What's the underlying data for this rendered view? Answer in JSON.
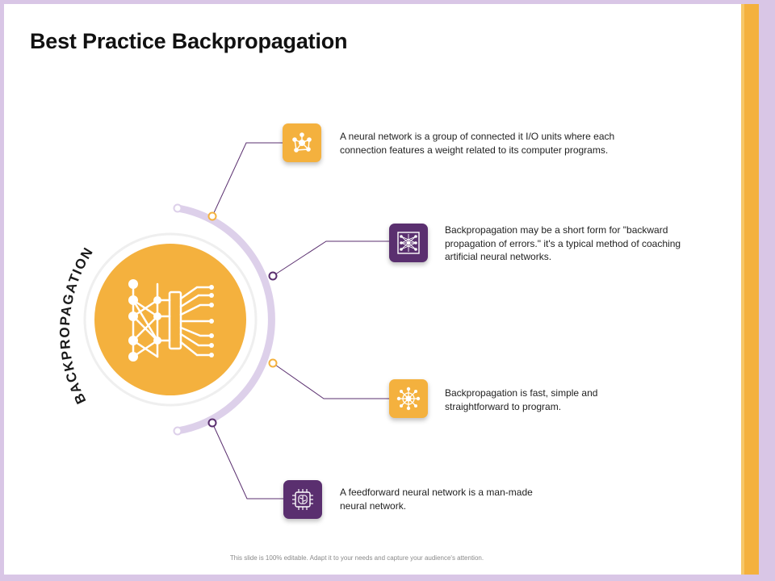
{
  "title": "Best Practice Backpropagation",
  "center_label": "BACKPROPAGATION",
  "items": [
    {
      "icon": "network-nodes-icon",
      "text": "A neural network is a group of connected it I/O units where each connection features a weight related to its computer programs."
    },
    {
      "icon": "neural-mesh-icon",
      "text": "Backpropagation may be a short form for \"backward propagation of errors.\" it's a typical method of coaching artificial neural networks."
    },
    {
      "icon": "network-star-icon",
      "text": "Backpropagation is fast, simple and straightforward to program."
    },
    {
      "icon": "brain-chip-icon",
      "text": "A feedforward neural network is a man-made neural network."
    }
  ],
  "footer": "This slide is 100% editable. Adapt it to your needs and capture your audience's attention.",
  "colors": {
    "orange": "#f4b13e",
    "purple": "#5a2f6f",
    "arc": "#ddd0ea",
    "line": "#5a2f6f"
  }
}
